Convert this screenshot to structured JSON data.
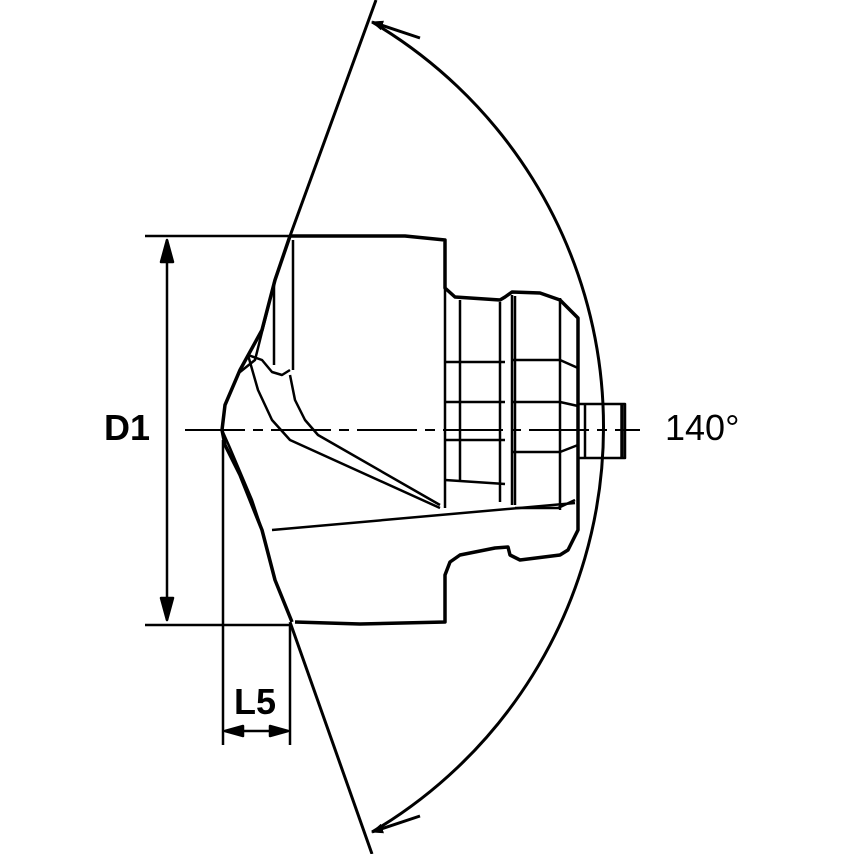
{
  "drawing": {
    "type": "technical drawing - drill tip insert",
    "labels": {
      "diameter": "D1",
      "length": "L5",
      "angle": "140°"
    },
    "colors": {
      "line": "#000000",
      "background": "#ffffff"
    }
  }
}
